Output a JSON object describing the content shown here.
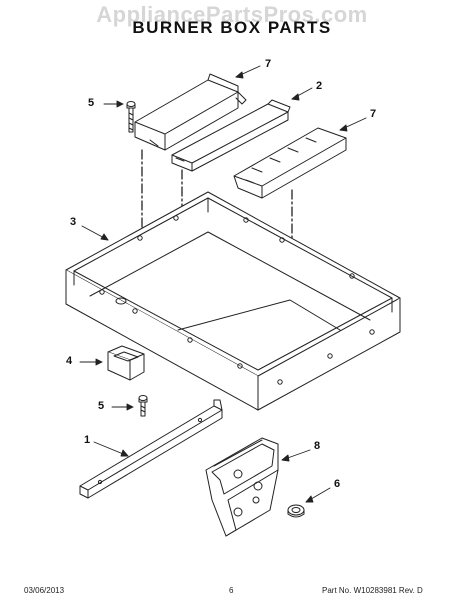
{
  "watermark": "AppliancePartsPros.com",
  "title": "BURNER BOX PARTS",
  "callouts": {
    "c7a": "7",
    "c2": "2",
    "c5a": "5",
    "c7b": "7",
    "c3": "3",
    "c4": "4",
    "c5b": "5",
    "c1": "1",
    "c8": "8",
    "c6": "6"
  },
  "footer": {
    "date": "03/06/2013",
    "page": "6",
    "part_no": "Part No. W10283981  Rev. D"
  }
}
